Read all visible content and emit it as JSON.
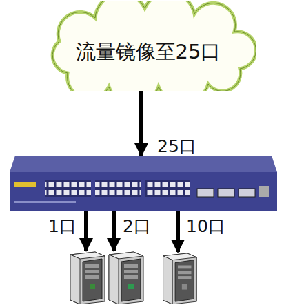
{
  "diagram": {
    "nodes": [
      {
        "text": [
          "流量镜像至25口"
        ]
      },
      {
        "text": []
      },
      {
        "text": []
      },
      {
        "text": []
      },
      {
        "text": []
      }
    ],
    "edges": [
      {
        "from": 0,
        "to": 1,
        "arrow": "to",
        "label": "25口"
      },
      {
        "from": 1,
        "to": 2,
        "arrow": "to",
        "label": "1口"
      },
      {
        "from": 1,
        "to": 3,
        "arrow": "to",
        "label": "2口"
      },
      {
        "from": 1,
        "to": 4,
        "arrow": "to",
        "label": "10口"
      }
    ]
  }
}
